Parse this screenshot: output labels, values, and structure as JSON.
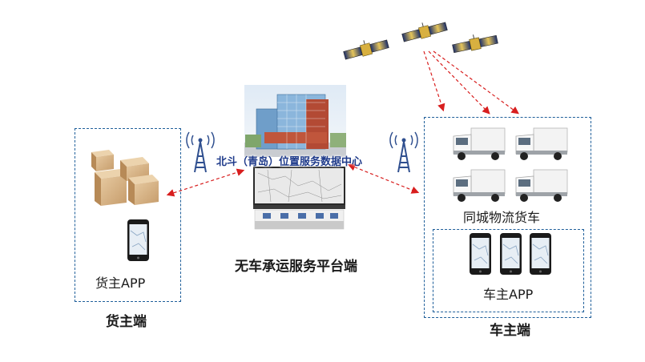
{
  "shipper": {
    "app_label": "货主APP",
    "side_label": "货主端"
  },
  "platform": {
    "data_center_label": "北斗（青岛）位置服务数据中心",
    "title": "无车承运服务平台端"
  },
  "carrier": {
    "fleet_label": "同城物流货车",
    "app_label": "车主APP",
    "side_label": "车主端"
  },
  "colors": {
    "box_border": "#1f5f9a",
    "arrow": "#d81e1e",
    "center_title": "#1e3a8a"
  }
}
